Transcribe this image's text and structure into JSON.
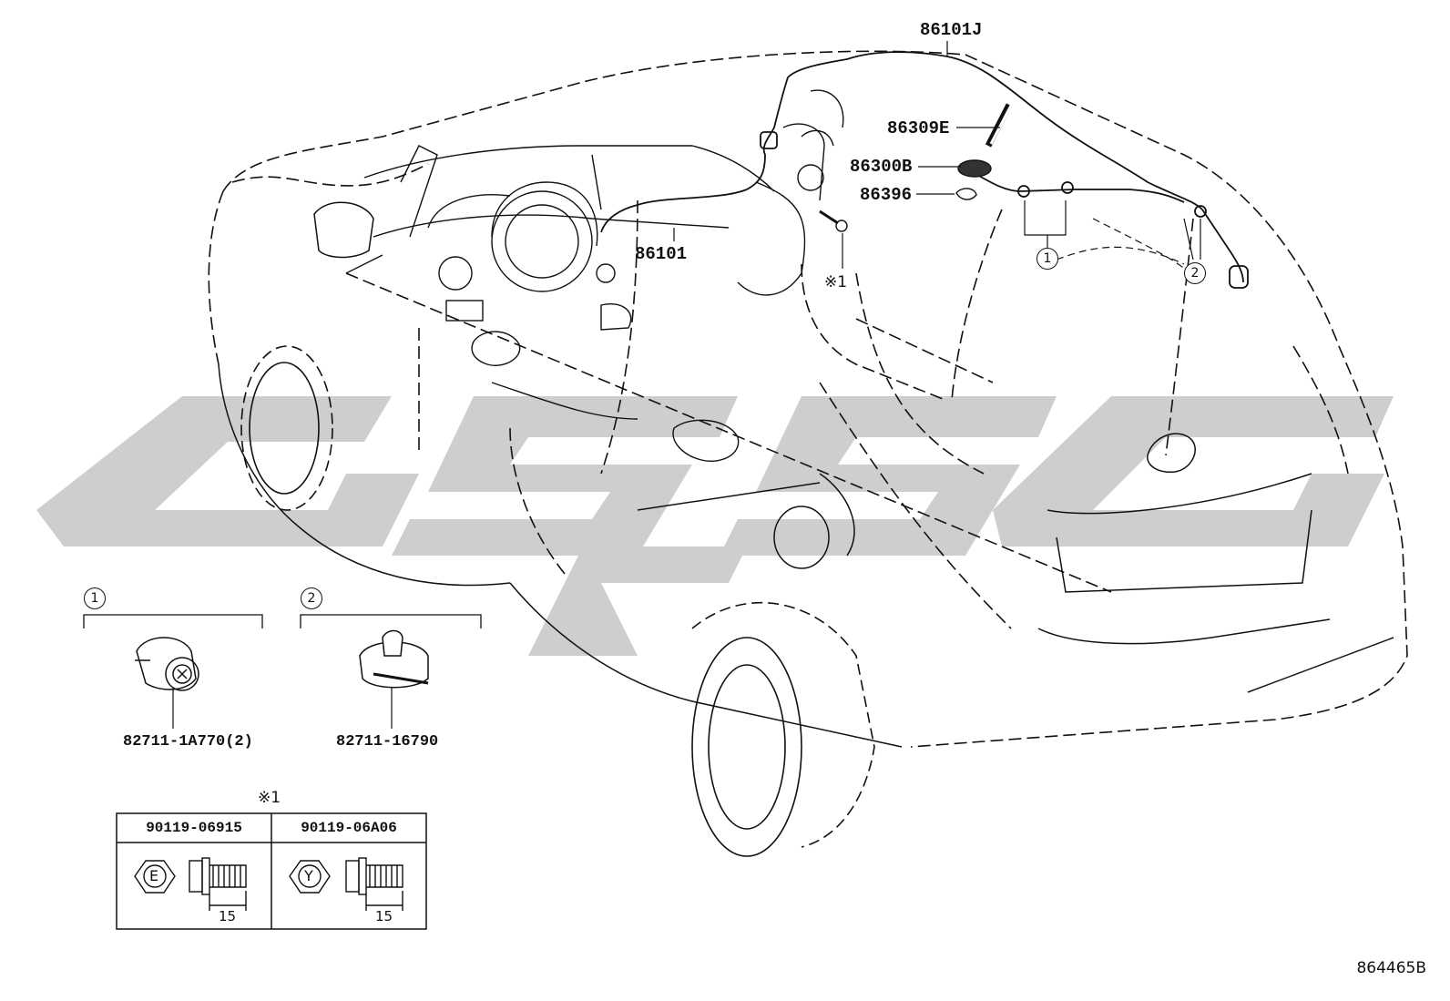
{
  "diagram": {
    "figure_number": "864465B",
    "watermark_text": "GSGC",
    "callouts": {
      "antenna_cord_roof": "86101J",
      "antenna_rod": "86309E",
      "antenna_base": "86300B",
      "antenna_pad": "86396",
      "antenna_cord_front": "86101"
    },
    "note_marker": "※1",
    "detail_1": {
      "number": "1",
      "part": "82711-1A770(2)"
    },
    "detail_2": {
      "number": "2",
      "part": "82711-16790"
    },
    "bolt_table": {
      "marker": "※1",
      "columns": [
        {
          "part": "90119-06915",
          "head_mark": "E",
          "length": "15"
        },
        {
          "part": "90119-06A06",
          "head_mark": "Y",
          "length": "15"
        }
      ]
    }
  }
}
